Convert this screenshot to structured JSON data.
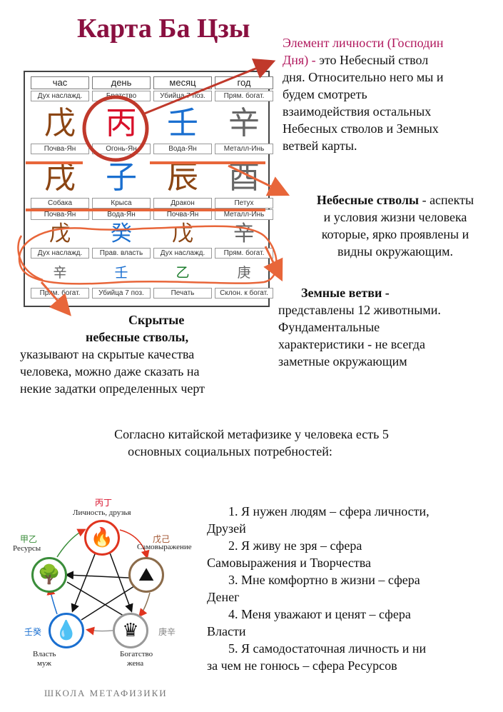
{
  "title": "Карта Ба Цзы",
  "chart": {
    "headers": [
      "час",
      "день",
      "месяц",
      "год"
    ],
    "top_labels": [
      "Дух наслажд.",
      "Братство",
      "Убийца 7 поз.",
      "Прям. богат."
    ],
    "stems": [
      {
        "char": "戊",
        "element": "Почва-Ян"
      },
      {
        "char": "丙",
        "element": "Огонь-Ян"
      },
      {
        "char": "壬",
        "element": "Вода-Ян"
      },
      {
        "char": "辛",
        "element": "Металл-Инь"
      }
    ],
    "branches": [
      {
        "char": "戌",
        "element": "Собака",
        "detail": "Почва-Ян"
      },
      {
        "char": "子",
        "element": "Крыса",
        "detail": "Вода-Ян"
      },
      {
        "char": "辰",
        "element": "Дракон",
        "detail": "Почва-Ян"
      },
      {
        "char": "酉",
        "element": "Петух",
        "detail": "Металл-Инь"
      }
    ],
    "hidden_main": [
      {
        "char": "戊",
        "label": "Дух наслажд."
      },
      {
        "char": "癸",
        "label": "Прав. власть"
      },
      {
        "char": "戊",
        "label": "Дух наслажд."
      },
      {
        "char": "辛",
        "label": "Прям. богат."
      }
    ],
    "hidden_second": [
      {
        "char": "辛",
        "label": "Прям. богат."
      },
      {
        "char": "壬",
        "label": "Убийца 7 поз."
      },
      {
        "char": "乙",
        "label": "Печать"
      },
      {
        "char": "庚",
        "label": "Склон. к богат."
      }
    ]
  },
  "day_master": {
    "title_line1": "Элемент личности (Господин",
    "title_line2": "Дня) - ",
    "text_line1": " это Небесный ствол",
    "text_lines": [
      "дня. Относительно него мы и",
      "будем смотреть",
      "взаимодействия остальных",
      "Небесных стволов и Земных",
      "ветвей карты."
    ]
  },
  "heavenly_stems": {
    "title": "Небесные стволы",
    "lines": [
      " - аспекты",
      "и условия жизни человека",
      "которые, ярко проявлены и",
      "видны окружающим."
    ]
  },
  "earthly_branches": {
    "title": "Земные ветви -",
    "lines": [
      "представлены 12 животными.",
      "Фундаментальные",
      "характеристики - не всегда",
      "заметные окружающим"
    ]
  },
  "hidden_stems": {
    "title_line1": "Скрытые",
    "title_line2": "небесные стволы,",
    "lines": [
      "указывают на скрытые качества",
      "человека, можно даже сказать на",
      "некие задатки определенных черт"
    ]
  },
  "intro": {
    "line1": "Согласно китайской метафизике у человека есть 5",
    "line2": "основных социальных потребностей:"
  },
  "needs": [
    {
      "first": "1. Я нужен людям – сфера личности,",
      "second": "Друзей"
    },
    {
      "first": "2. Я живу не зря – сфера",
      "second": "Самовыражения и Творчества"
    },
    {
      "first": "3. Мне комфортно в жизни – сфера",
      "second": "Денег"
    },
    {
      "first": "4. Меня уважают и ценят – сфера",
      "second": "Власти"
    },
    {
      "first": "5. Я самодостаточная личность и ни",
      "second": "за чем не гонюсь – сфера Ресурсов"
    }
  ],
  "wheel": {
    "fire": {
      "han": "丙丁",
      "label": "Личность, друзья",
      "icon": "🔥"
    },
    "earth": {
      "han": "戊己",
      "label": "Самовыражение",
      "icon": "⛰"
    },
    "metal": {
      "han": "庚辛",
      "label1": "Богатство",
      "label2": "жена",
      "icon": "♛"
    },
    "water": {
      "han": "壬癸",
      "label1": "Власть",
      "label2": "муж",
      "icon": "💧"
    },
    "wood": {
      "han": "甲乙",
      "label": "Ресурсы",
      "icon": "🌳"
    }
  },
  "footer": "ШКОЛА МЕТАФИЗИКИ",
  "colors": {
    "title": "#8a1040",
    "accent_pink": "#b0165c",
    "annotation": "#e8663a",
    "arrow_dark": "#c0392b",
    "fire": "#d8102a",
    "water": "#1a6fd0",
    "earth": "#8b4513",
    "wood": "#1b7c2c",
    "metal": "#666666"
  }
}
